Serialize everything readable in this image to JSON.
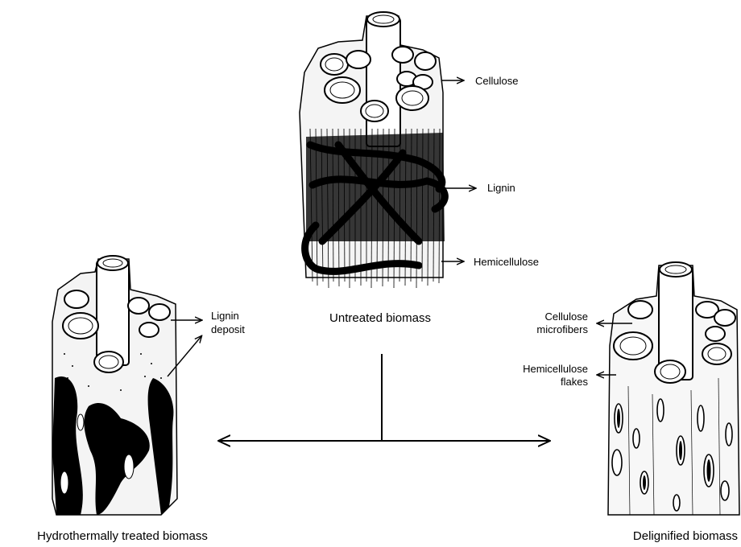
{
  "untreated": {
    "caption": "Untreated biomass",
    "labels": {
      "cellulose": "Cellulose",
      "lignin": "Lignin",
      "hemicellulose": "Hemicellulose"
    }
  },
  "hydrothermal": {
    "caption": "Hydrothermally treated biomass",
    "labels": {
      "lignin_line1": "Lignin",
      "lignin_line2": "deposit"
    }
  },
  "delignified": {
    "caption": "Delignified biomass",
    "labels": {
      "cellulose_line1": "Cellulose",
      "cellulose_line2": "microfibers",
      "hemi_line1": "Hemicellulose",
      "hemi_line2": "flakes"
    }
  },
  "colors": {
    "ink": "#000000",
    "paper": "#ffffff",
    "fiber": "#e8e8e8"
  }
}
